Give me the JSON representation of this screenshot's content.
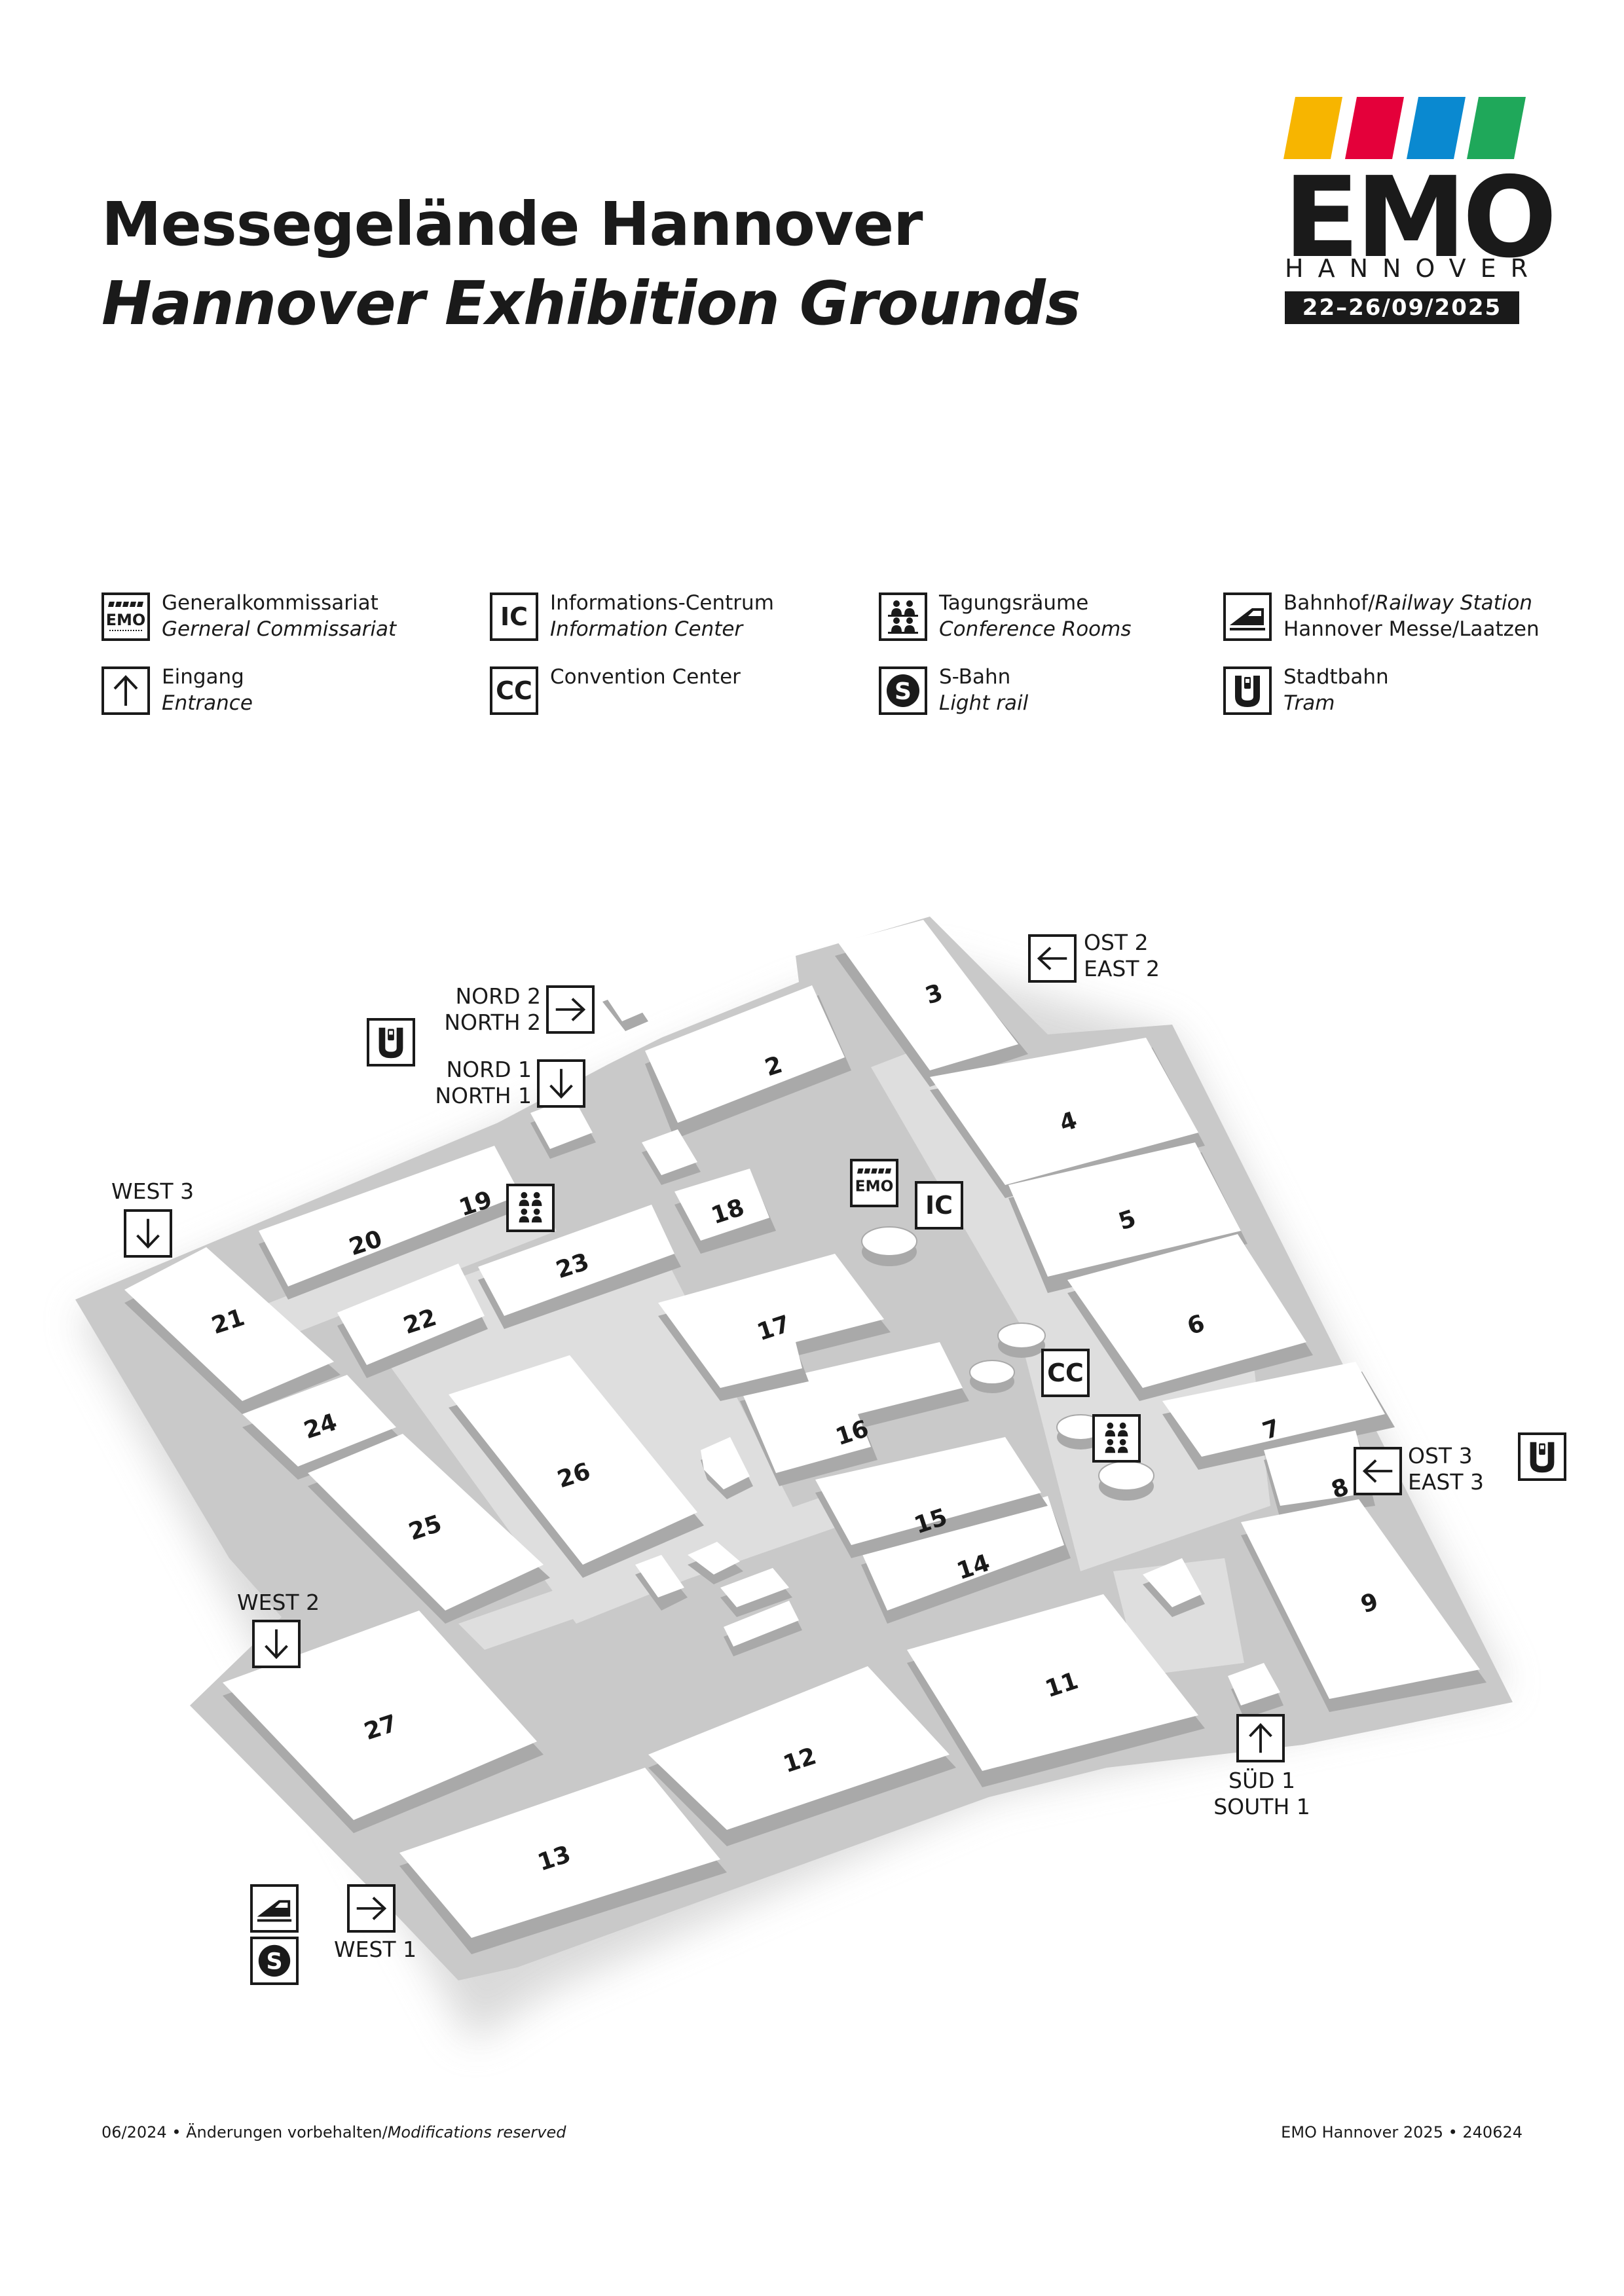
{
  "title": {
    "line1": "Messegelände Hannover",
    "line2": "Hannover Exhibition Grounds"
  },
  "logo": {
    "word": "EMO",
    "city": "HANNOVER",
    "dates": "22–26/09/2025",
    "stripe_colors": [
      "#f7b500",
      "#e4003a",
      "#0a89d0",
      "#1fa85a"
    ]
  },
  "legend": {
    "general_commissariat": {
      "de": "Generalkommissariat",
      "en": "Gerneral Commissariat",
      "icon": "emo-logo-icon"
    },
    "info_center": {
      "de": "Informations-Centrum",
      "en": "Information Center",
      "icon_text": "IC"
    },
    "conference_rooms": {
      "de": "Tagungsräume",
      "en": "Conference Rooms",
      "icon": "people-icon"
    },
    "railway_station": {
      "de": "Bahnhof/",
      "en": "Railway Station",
      "de2": "Hannover Messe/Laatzen",
      "icon": "train-icon"
    },
    "entrance": {
      "de": "Eingang",
      "en": "Entrance",
      "icon": "arrow-up-icon"
    },
    "convention_center": {
      "de": "Convention Center",
      "icon_text": "CC"
    },
    "s_bahn": {
      "de": "S-Bahn",
      "en": "Light rail",
      "icon": "s-bahn-icon"
    },
    "tram": {
      "de": "Stadtbahn",
      "en": "Tram",
      "icon": "tram-icon"
    }
  },
  "map": {
    "halls": [
      "2",
      "3",
      "4",
      "5",
      "6",
      "7",
      "8",
      "9",
      "11",
      "12",
      "13",
      "14",
      "15",
      "16",
      "17",
      "18",
      "19",
      "20",
      "21",
      "22",
      "23",
      "24",
      "25",
      "26",
      "27"
    ],
    "entrances": {
      "ost2": {
        "de": "OST 2",
        "en": "EAST 2"
      },
      "nord2": {
        "de": "NORD 2",
        "en": "NORTH 2"
      },
      "nord1": {
        "de": "NORD 1",
        "en": "NORTH 1"
      },
      "west3": {
        "de": "WEST 3"
      },
      "ost3": {
        "de": "OST 3",
        "en": "EAST 3"
      },
      "west2": {
        "de": "WEST 2"
      },
      "sued1": {
        "de": "SÜD 1",
        "en": "SOUTH 1"
      },
      "west1": {
        "de": "WEST 1"
      }
    },
    "ic_label": "IC",
    "cc_label": "CC"
  },
  "footer": {
    "left_de": "06/2024 • Änderungen vorbehalten/",
    "left_en": "Modifications reserved",
    "right": "EMO Hannover 2025 • 240624"
  }
}
